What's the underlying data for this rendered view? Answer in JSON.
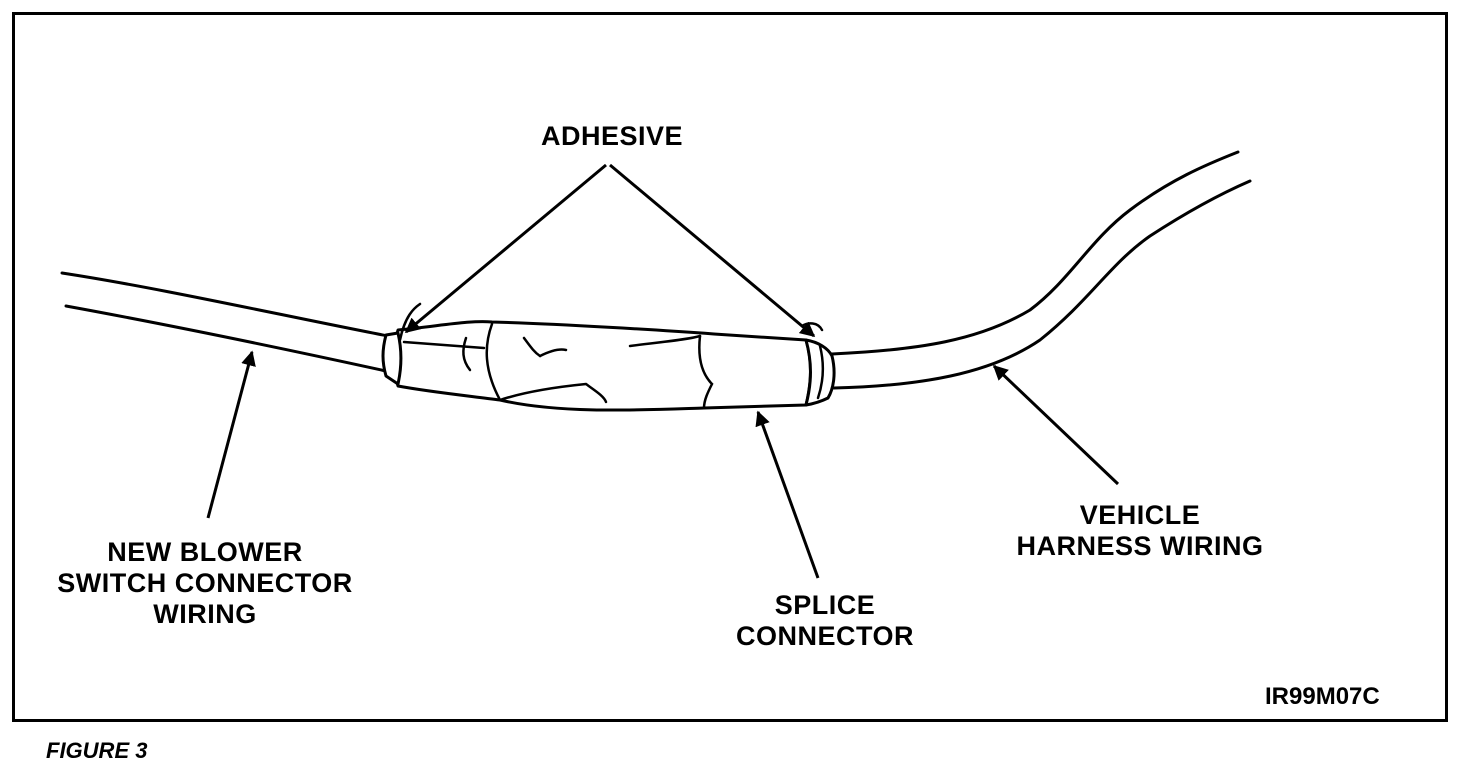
{
  "labels": {
    "adhesive": "ADHESIVE",
    "new_blower": [
      "NEW BLOWER",
      "SWITCH CONNECTOR",
      "WIRING"
    ],
    "splice": [
      "SPLICE",
      "CONNECTOR"
    ],
    "vehicle": [
      "VEHICLE",
      "HARNESS WIRING"
    ]
  },
  "figure_code": "IR99M07C",
  "figure_caption": "FIGURE 3"
}
